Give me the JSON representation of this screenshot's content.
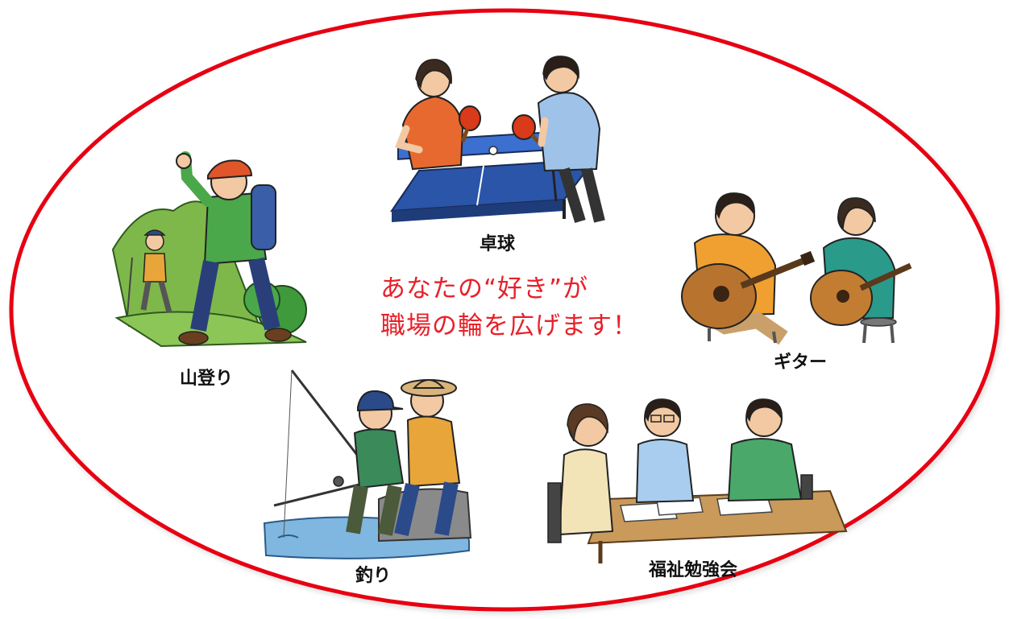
{
  "slogan": {
    "line1": "あなたの“好き”が",
    "line2": "職場の輪を広げます！"
  },
  "activities": {
    "table_tennis": "卓球",
    "hiking": "山登り",
    "guitar": "ギター",
    "fishing": "釣り",
    "welfare_study": "福祉勉強会"
  },
  "colors": {
    "ellipse_stroke": "#e60012",
    "slogan_text": "#e8202a"
  },
  "icons": {
    "table_tennis": "table-tennis-players-illustration",
    "hiking": "mountain-hikers-illustration",
    "guitar": "guitar-players-illustration",
    "fishing": "fishing-couple-illustration",
    "welfare_study": "study-group-meeting-illustration"
  }
}
